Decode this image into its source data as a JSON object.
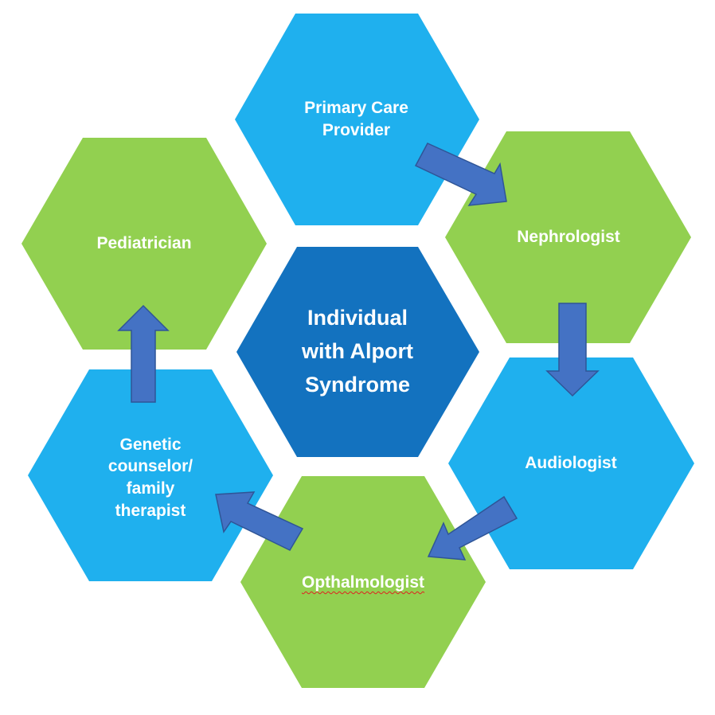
{
  "colors": {
    "green": "#92d050",
    "light_blue": "#1fb0ee",
    "dark_blue": "#1372bf",
    "arrow_fill": "#4472c4",
    "arrow_stroke": "#2f5597",
    "label": "#ffffff"
  },
  "nodes": {
    "center": {
      "label": "Individual with Alport Syndrome"
    },
    "primary_care": {
      "label": "Primary Care Provider"
    },
    "nephrologist": {
      "label": "Nephrologist"
    },
    "audiologist": {
      "label": "Audiologist"
    },
    "opthalmologist": {
      "label": "Opthalmologist"
    },
    "genetic_counselor": {
      "label": "Genetic counselor/ family therapist"
    },
    "pediatrician": {
      "label": "Pediatrician"
    }
  },
  "arrows": [
    {
      "from": "Primary Care Provider",
      "to": "Nephrologist"
    },
    {
      "from": "Nephrologist",
      "to": "Audiologist"
    },
    {
      "from": "Audiologist",
      "to": "Opthalmologist"
    },
    {
      "from": "Opthalmologist",
      "to": "Genetic counselor/ family therapist"
    },
    {
      "from": "Genetic counselor/ family therapist",
      "to": "Pediatrician"
    }
  ]
}
